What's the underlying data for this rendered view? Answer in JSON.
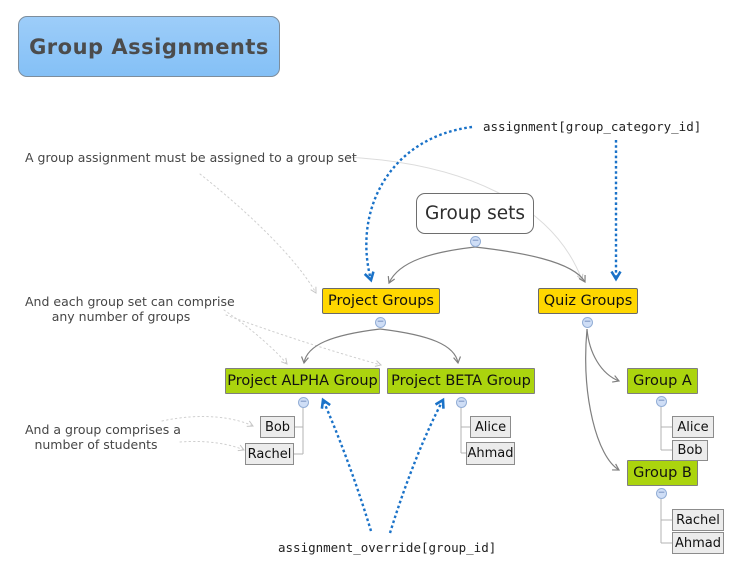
{
  "title": "Group Assignments",
  "nodes": {
    "group_sets": {
      "label": "Group sets"
    },
    "project_groups": {
      "label": "Project Groups"
    },
    "quiz_groups": {
      "label": "Quiz Groups"
    },
    "project_alpha": {
      "label": "Project ALPHA Group"
    },
    "project_beta": {
      "label": "Project BETA Group"
    },
    "group_a": {
      "label": "Group A"
    },
    "group_b": {
      "label": "Group B"
    }
  },
  "members": {
    "project_alpha": [
      "Bob",
      "Rachel"
    ],
    "project_beta": [
      "Alice",
      "Ahmad"
    ],
    "group_a": [
      "Alice",
      "Bob"
    ],
    "group_b": [
      "Rachel",
      "Ahmad"
    ]
  },
  "annotations": {
    "group_set_note": "A group assignment must be assigned to a group set",
    "comprise_note_line1": "And each group set can comprise",
    "comprise_note_line2": "any number of groups",
    "students_note_line1": "And a group comprises a",
    "students_note_line2": "number of students"
  },
  "code_labels": {
    "category": "assignment[group_category_id]",
    "override": "assignment_override[group_id]"
  },
  "ui": {
    "collapse_glyph": "−"
  },
  "colors": {
    "title_fill": "#8ec7f8",
    "group_set_fill": "#ffd700",
    "group_fill": "#abd40e",
    "member_fill": "#ececec",
    "link_blue": "#1a72c8",
    "tree_edge": "#7f7f7f"
  }
}
